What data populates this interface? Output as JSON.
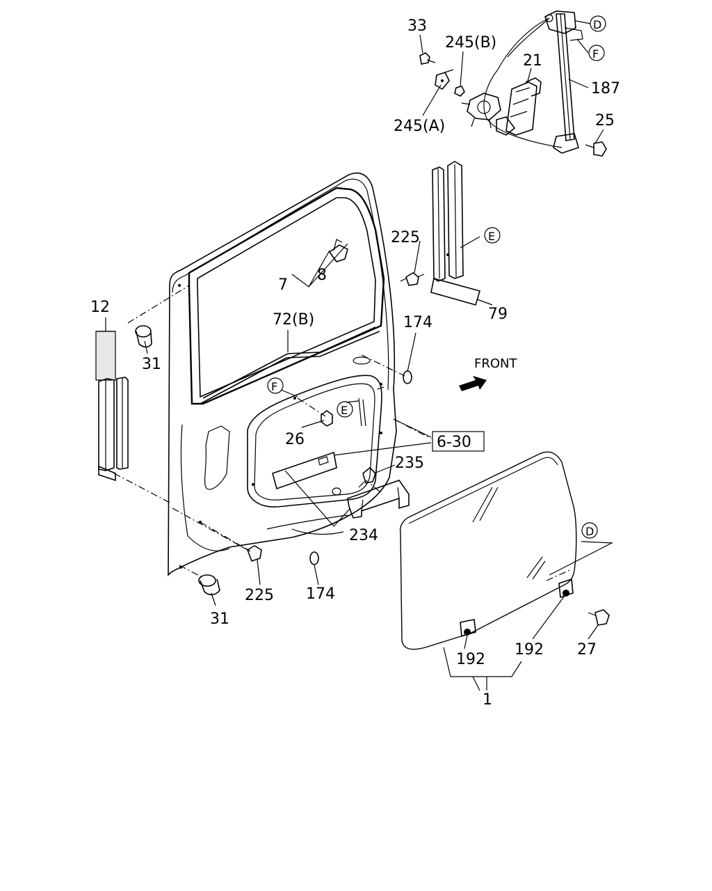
{
  "labels": {
    "p33": "33",
    "p245b": "245(B)",
    "p21": "21",
    "p187": "187",
    "p25": "25",
    "p245a": "245(A)",
    "pD_top": "D",
    "pF_top": "F",
    "p225_top": "225",
    "pE_top": "E",
    "p79": "79",
    "p7": "7",
    "p8": "8",
    "p12": "12",
    "p72b": "72(B)",
    "p174_top": "174",
    "p31_top": "31",
    "front": "FRONT",
    "pF_mid": "F",
    "pE_mid": "E",
    "p26": "26",
    "p630": "6-30",
    "p235": "235",
    "p234": "234",
    "pD_right": "D",
    "p225_bot": "225",
    "p174_bot": "174",
    "p31_bot": "31",
    "p192_left": "192",
    "p192_right": "192",
    "p27": "27",
    "p1": "1"
  }
}
